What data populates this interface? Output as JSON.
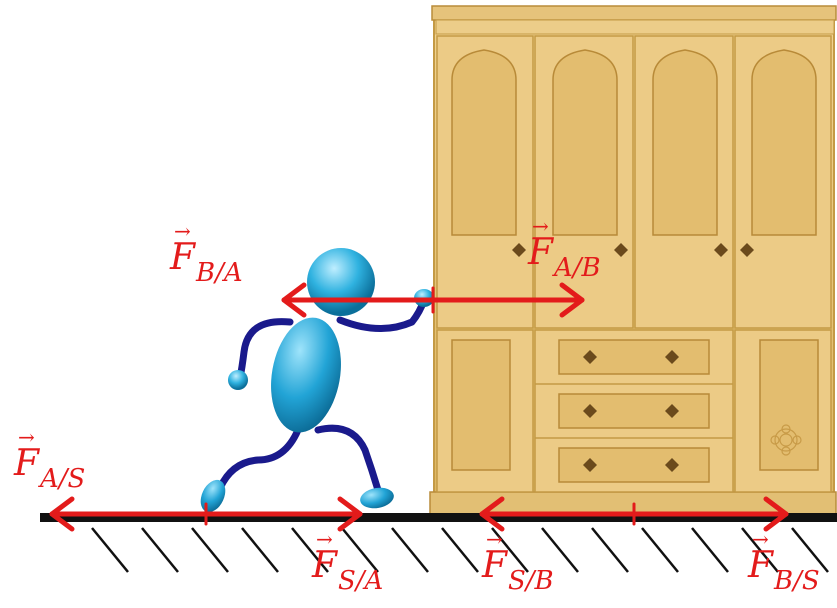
{
  "diagram": {
    "vector_symbol": "F",
    "forces": [
      {
        "id": "F_BA",
        "sub": "B/A"
      },
      {
        "id": "F_AB",
        "sub": "A/B"
      },
      {
        "id": "F_AS",
        "sub": "A/S"
      },
      {
        "id": "F_SA",
        "sub": "S/A"
      },
      {
        "id": "F_SB",
        "sub": "S/B"
      },
      {
        "id": "F_BS",
        "sub": "B/S"
      }
    ]
  },
  "colors": {
    "force": "#e31b1b",
    "ground": "#111111",
    "person": "#29a9d6",
    "person_dark": "#0e7fae",
    "limbs": "#1a1a8c",
    "wood": "#e9c77f",
    "wood_dark": "#c49a45",
    "knob": "#6b4a1c"
  }
}
